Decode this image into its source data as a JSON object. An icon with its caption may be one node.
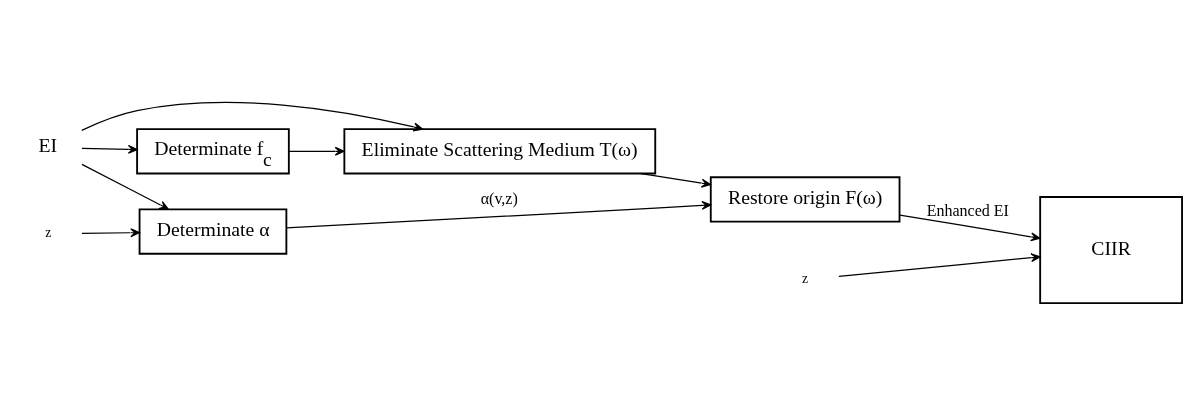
{
  "diagram": {
    "nodes": [
      {
        "text": [
          "EI"
        ]
      },
      {
        "text": [
          "Eliminate Scattering Medium T(ω)"
        ]
      },
      {
        "text": [
          "Determinate f$_{c}$"
        ]
      },
      {
        "text": [
          "Restore origin F(ω)"
        ]
      },
      {
        "text": [
          "Determinate α"
        ]
      },
      {
        "text": [
          "CIIR"
        ]
      },
      {
        "text": [
          "z"
        ]
      },
      {
        "text": [
          "z"
        ]
      }
    ],
    "edges": [
      {
        "from": 0,
        "to": 1,
        "arrow": "to"
      },
      {
        "from": 0,
        "to": 2,
        "arrow": "to"
      },
      {
        "from": 0,
        "to": 4,
        "arrow": "to"
      },
      {
        "from": 2,
        "to": 1,
        "arrow": "to"
      },
      {
        "from": 1,
        "to": 3,
        "arrow": "to"
      },
      {
        "from": 4,
        "to": 3,
        "arrow": "to",
        "label": "α(v,z)"
      },
      {
        "from": 3,
        "to": 5,
        "arrow": "to",
        "label": "Enhanced EI"
      },
      {
        "from": 6,
        "to": 5,
        "arrow": "to"
      },
      {
        "from": 7,
        "to": 4,
        "arrow": "to"
      }
    ]
  }
}
